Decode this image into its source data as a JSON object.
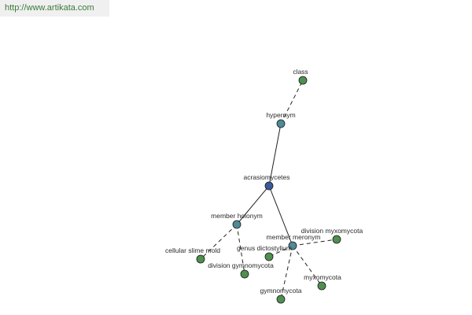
{
  "header": {
    "url": "http://www.artikata.com"
  },
  "colors": {
    "center": "#3b5a9a",
    "relation": "#4f8a96",
    "leaf": "#4f8f4f"
  },
  "graph": {
    "nodes": [
      {
        "id": "acrasiomycetes",
        "label": "acrasiomycetes",
        "kind": "center"
      },
      {
        "id": "hypernym",
        "label": "hypernym",
        "kind": "relation"
      },
      {
        "id": "class",
        "label": "class",
        "kind": "leaf"
      },
      {
        "id": "member_holonym",
        "label": "member holonym",
        "kind": "relation"
      },
      {
        "id": "member_meronym",
        "label": "member meronym",
        "kind": "relation"
      },
      {
        "id": "cellular_slime_mold",
        "label": "cellular slime mold",
        "kind": "leaf"
      },
      {
        "id": "division_gymnomycota",
        "label": "division gymnomycota",
        "kind": "leaf"
      },
      {
        "id": "genus_dictostylium",
        "label": "genus dictostylium",
        "kind": "leaf"
      },
      {
        "id": "division_myxomycota",
        "label": "division myxomycota",
        "kind": "leaf"
      },
      {
        "id": "myxomycota",
        "label": "myxomycota",
        "kind": "leaf"
      },
      {
        "id": "gymnomycota",
        "label": "gymnomycota",
        "kind": "leaf"
      }
    ],
    "edges": [
      {
        "from": "acrasiomycetes",
        "to": "hypernym",
        "style": "solid"
      },
      {
        "from": "hypernym",
        "to": "class",
        "style": "dashed"
      },
      {
        "from": "acrasiomycetes",
        "to": "member_holonym",
        "style": "solid"
      },
      {
        "from": "acrasiomycetes",
        "to": "member_meronym",
        "style": "solid"
      },
      {
        "from": "member_holonym",
        "to": "cellular_slime_mold",
        "style": "dashed"
      },
      {
        "from": "member_holonym",
        "to": "division_gymnomycota",
        "style": "dashed"
      },
      {
        "from": "member_meronym",
        "to": "genus_dictostylium",
        "style": "dashed"
      },
      {
        "from": "member_meronym",
        "to": "division_myxomycota",
        "style": "dashed"
      },
      {
        "from": "member_meronym",
        "to": "myxomycota",
        "style": "dashed"
      },
      {
        "from": "member_meronym",
        "to": "gymnomycota",
        "style": "dashed"
      }
    ]
  }
}
